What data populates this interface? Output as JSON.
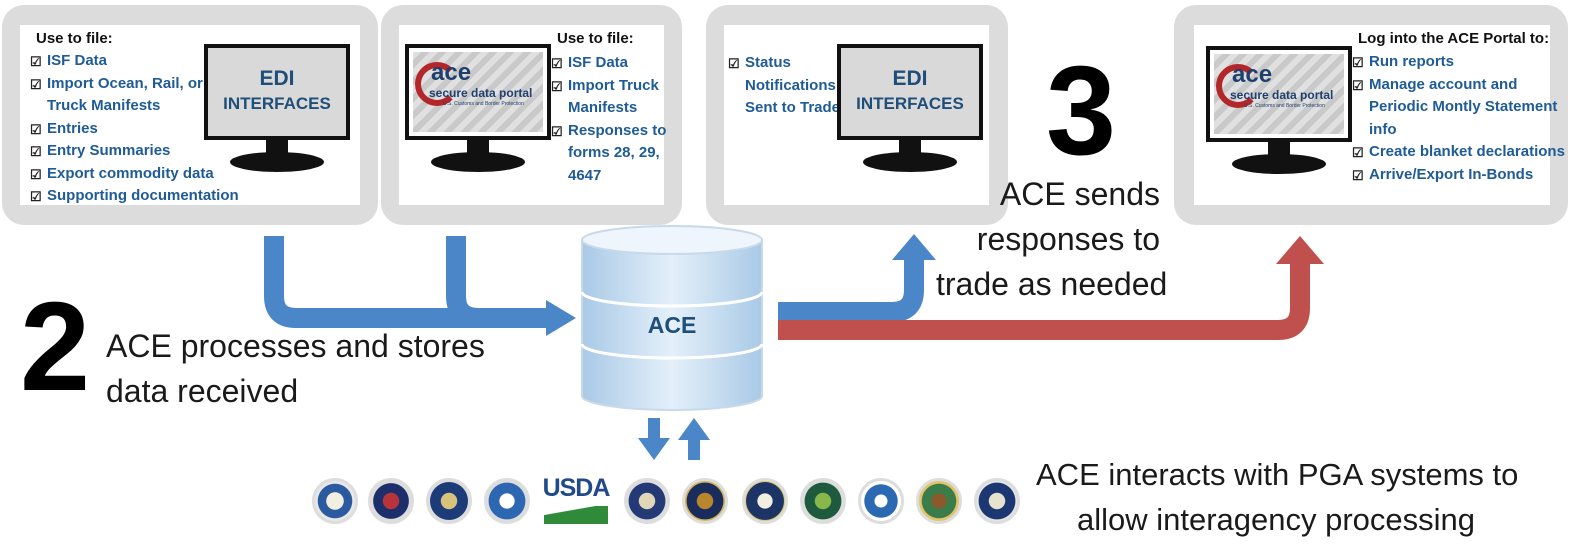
{
  "panels": {
    "p1": {
      "title": "Use to file:",
      "items": [
        "ISF Data",
        "Import Ocean, Rail, or",
        "Truck Manifests",
        "Entries",
        "Entry Summaries",
        "Export commodity data",
        "Supporting documentation"
      ],
      "monitor_line1": "EDI",
      "monitor_line2": "INTERFACES"
    },
    "p2": {
      "title": "Use to file:",
      "items": [
        "ISF Data",
        "Import Truck",
        "Manifests",
        "Responses to",
        "forms 28, 29,",
        "4647"
      ]
    },
    "p3": {
      "items": [
        "Status",
        "Notifications",
        "Sent to Trade"
      ],
      "monitor_line1": "EDI",
      "monitor_line2": "INTERFACES"
    },
    "p4": {
      "title": "Log into the ACE Portal to:",
      "items": [
        "Run reports",
        "Manage account and",
        "Periodic Montly  Statement",
        "info",
        "Create blanket declarations",
        "Arrive/Export In-Bonds"
      ]
    }
  },
  "portal_logo": {
    "word": "ace",
    "line1": "secure data portal",
    "line2": "U.S. Customs and Border Protection"
  },
  "database_label": "ACE",
  "step2": {
    "number": "2",
    "line1": "ACE processes and stores",
    "line2": "data received"
  },
  "step3": {
    "number": "3",
    "line1": "ACE sends",
    "line2": "responses to",
    "line3": "trade as needed"
  },
  "pga": {
    "line1": "ACE interacts with PGA systems to",
    "line2": "allow interagency processing",
    "usda": "USDA"
  },
  "colors": {
    "blue_arrow": "#4a86c8",
    "red_arrow": "#c0504d",
    "text_blue": "#1f5b96",
    "panel_gray": "#dcdcdc"
  }
}
